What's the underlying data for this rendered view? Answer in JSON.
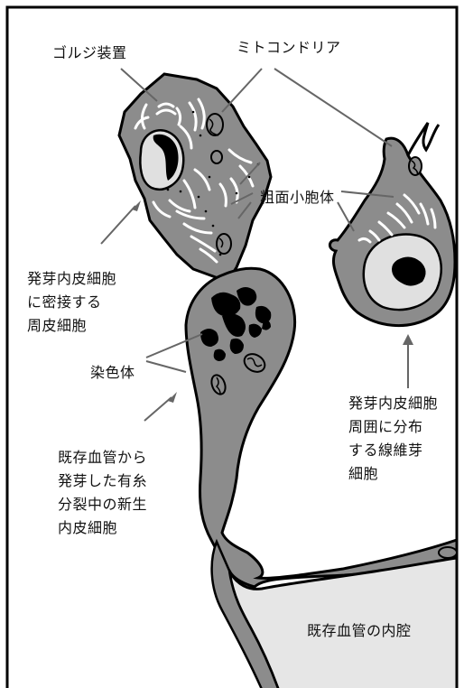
{
  "labels": {
    "golgi": "ゴルジ装置",
    "mitochondria": "ミトコンドリア",
    "rough_er": "粗面小胞体",
    "pericyte": "発芽内皮細胞\nに密接する\n周皮細胞",
    "chromosome": "染色体",
    "fibroblast": "発芽内皮細胞\n周囲に分布\nする線維芽\n細胞",
    "endothelial": "既存血管から\n発芽した有糸\n分裂中の新生\n内皮細胞",
    "lumen": "既存血管の内腔"
  },
  "colors": {
    "cell_fill": "#8c8c8c",
    "nucleus_fill": "#e0e0e0",
    "lumen_fill": "#e6e6e6",
    "outline": "#000000",
    "leader": "#666666"
  }
}
